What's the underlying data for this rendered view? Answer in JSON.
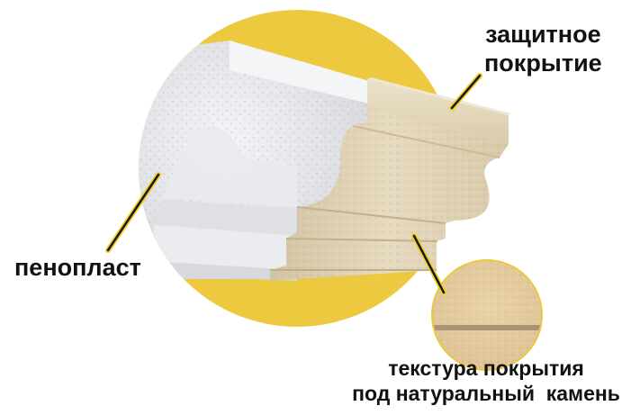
{
  "diagram": {
    "subject": "decorative-cornice-cross-section",
    "colors": {
      "background": "#ffffff",
      "accent_circle": "#ecc93f",
      "foam": "#e6e7ea",
      "foam_shadow": "#c9cacf",
      "coating": "#e3d6bc",
      "coating_shadow": "#c9b995",
      "texture_swatch": "#e2c99b",
      "callout_line": "#1a1a1a",
      "callout_glow": "#f2cf2a",
      "label_text": "#111111"
    },
    "labels": {
      "coating": {
        "line1": "защитное",
        "line2": "покрытие"
      },
      "foam": {
        "text": "пенопласт"
      },
      "texture": {
        "line1": "текстура покрытия",
        "line2": "под натуральный  камень"
      }
    }
  }
}
